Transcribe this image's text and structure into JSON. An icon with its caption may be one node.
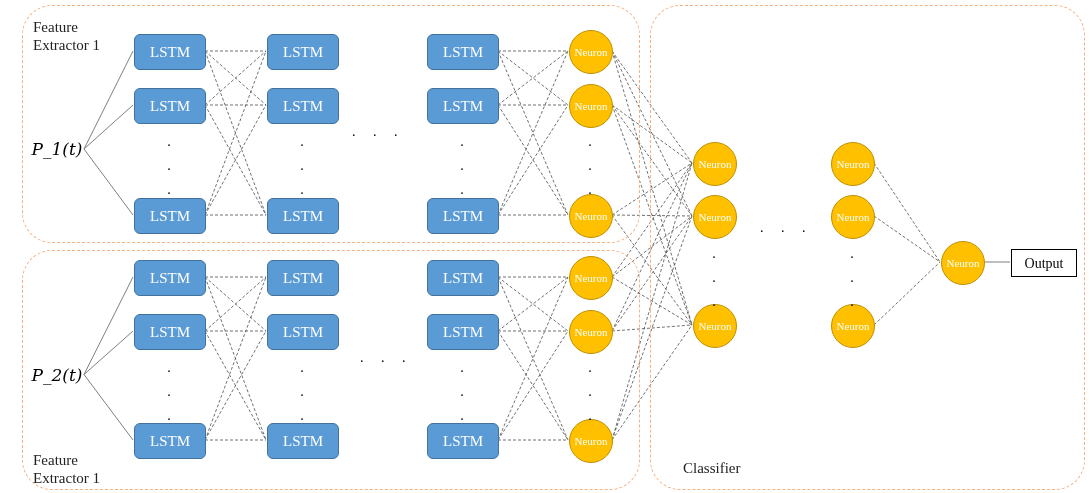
{
  "diagram": {
    "nodes": [
      {
        "text": [
          "Feature Extractor 1"
        ]
      },
      {
        "text": [
          "P_1(t)"
        ],
        "in": 0
      },
      {
        "text": [
          "LSTM"
        ],
        "in": 0
      },
      {
        "text": [
          "LSTM"
        ],
        "in": 0
      },
      {
        "text": [
          "LSTM"
        ],
        "in": 0
      },
      {
        "text": [
          "LSTM"
        ],
        "in": 0
      },
      {
        "text": [
          "LSTM"
        ],
        "in": 0
      },
      {
        "text": [
          "LSTM"
        ],
        "in": 0
      },
      {
        "text": [
          "LSTM"
        ],
        "in": 0
      },
      {
        "text": [
          "LSTM"
        ],
        "in": 0
      },
      {
        "text": [
          "LSTM"
        ],
        "in": 0
      },
      {
        "text": [
          "Neuron"
        ],
        "in": 0
      },
      {
        "text": [
          "Neuron"
        ],
        "in": 0
      },
      {
        "text": [
          "Neuron"
        ],
        "in": 0
      },
      {
        "text": [
          "Feature Extractor 1"
        ]
      },
      {
        "text": [
          "P_2(t)"
        ],
        "in": 14
      },
      {
        "text": [
          "LSTM"
        ],
        "in": 14
      },
      {
        "text": [
          "LSTM"
        ],
        "in": 14
      },
      {
        "text": [
          "LSTM"
        ],
        "in": 14
      },
      {
        "text": [
          "LSTM"
        ],
        "in": 14
      },
      {
        "text": [
          "LSTM"
        ],
        "in": 14
      },
      {
        "text": [
          "LSTM"
        ],
        "in": 14
      },
      {
        "text": [
          "LSTM"
        ],
        "in": 14
      },
      {
        "text": [
          "LSTM"
        ],
        "in": 14
      },
      {
        "text": [
          "LSTM"
        ],
        "in": 14
      },
      {
        "text": [
          "Neuron"
        ],
        "in": 14
      },
      {
        "text": [
          "Neuron"
        ],
        "in": 14
      },
      {
        "text": [
          "Neuron"
        ],
        "in": 14
      },
      {
        "text": [
          "Classifier"
        ]
      },
      {
        "text": [
          "Neuron"
        ],
        "in": 28
      },
      {
        "text": [
          "Neuron"
        ],
        "in": 28
      },
      {
        "text": [
          "Neuron"
        ],
        "in": 28
      },
      {
        "text": [
          "Neuron"
        ],
        "in": 28
      },
      {
        "text": [
          "Neuron"
        ],
        "in": 28
      },
      {
        "text": [
          "Neuron"
        ],
        "in": 28
      },
      {
        "text": [
          "Neuron"
        ],
        "in": 28
      },
      {
        "text": [
          "Output"
        ],
        "in": 28
      }
    ],
    "edges": [
      {
        "from": 1,
        "to": 2,
        "arrow": "none"
      },
      {
        "from": 1,
        "to": 3,
        "arrow": "none"
      },
      {
        "from": 1,
        "to": 4,
        "arrow": "none"
      },
      {
        "from": 2,
        "to": 5,
        "arrow": "none",
        "style": "dashed"
      },
      {
        "from": 2,
        "to": 6,
        "arrow": "none",
        "style": "dashed"
      },
      {
        "from": 2,
        "to": 7,
        "arrow": "none",
        "style": "dashed"
      },
      {
        "from": 3,
        "to": 5,
        "arrow": "none",
        "style": "dashed"
      },
      {
        "from": 3,
        "to": 6,
        "arrow": "none",
        "style": "dashed"
      },
      {
        "from": 3,
        "to": 7,
        "arrow": "none",
        "style": "dashed"
      },
      {
        "from": 4,
        "to": 5,
        "arrow": "none",
        "style": "dashed"
      },
      {
        "from": 4,
        "to": 6,
        "arrow": "none",
        "style": "dashed"
      },
      {
        "from": 4,
        "to": 7,
        "arrow": "none",
        "style": "dashed"
      },
      {
        "from": 8,
        "to": 11,
        "arrow": "none",
        "style": "dashed"
      },
      {
        "from": 8,
        "to": 12,
        "arrow": "none",
        "style": "dashed"
      },
      {
        "from": 8,
        "to": 13,
        "arrow": "none",
        "style": "dashed"
      },
      {
        "from": 9,
        "to": 11,
        "arrow": "none",
        "style": "dashed"
      },
      {
        "from": 9,
        "to": 12,
        "arrow": "none",
        "style": "dashed"
      },
      {
        "from": 9,
        "to": 13,
        "arrow": "none",
        "style": "dashed"
      },
      {
        "from": 10,
        "to": 11,
        "arrow": "none",
        "style": "dashed"
      },
      {
        "from": 10,
        "to": 12,
        "arrow": "none",
        "style": "dashed"
      },
      {
        "from": 10,
        "to": 13,
        "arrow": "none",
        "style": "dashed"
      },
      {
        "from": 15,
        "to": 16,
        "arrow": "none"
      },
      {
        "from": 15,
        "to": 17,
        "arrow": "none"
      },
      {
        "from": 15,
        "to": 18,
        "arrow": "none"
      },
      {
        "from": 16,
        "to": 19,
        "arrow": "none",
        "style": "dashed"
      },
      {
        "from": 16,
        "to": 20,
        "arrow": "none",
        "style": "dashed"
      },
      {
        "from": 16,
        "to": 21,
        "arrow": "none",
        "style": "dashed"
      },
      {
        "from": 17,
        "to": 19,
        "arrow": "none",
        "style": "dashed"
      },
      {
        "from": 17,
        "to": 20,
        "arrow": "none",
        "style": "dashed"
      },
      {
        "from": 17,
        "to": 21,
        "arrow": "none",
        "style": "dashed"
      },
      {
        "from": 18,
        "to": 19,
        "arrow": "none",
        "style": "dashed"
      },
      {
        "from": 18,
        "to": 20,
        "arrow": "none",
        "style": "dashed"
      },
      {
        "from": 18,
        "to": 21,
        "arrow": "none",
        "style": "dashed"
      },
      {
        "from": 22,
        "to": 25,
        "arrow": "none",
        "style": "dashed"
      },
      {
        "from": 22,
        "to": 26,
        "arrow": "none",
        "style": "dashed"
      },
      {
        "from": 22,
        "to": 27,
        "arrow": "none",
        "style": "dashed"
      },
      {
        "from": 23,
        "to": 25,
        "arrow": "none",
        "style": "dashed"
      },
      {
        "from": 23,
        "to": 26,
        "arrow": "none",
        "style": "dashed"
      },
      {
        "from": 23,
        "to": 27,
        "arrow": "none",
        "style": "dashed"
      },
      {
        "from": 24,
        "to": 25,
        "arrow": "none",
        "style": "dashed"
      },
      {
        "from": 24,
        "to": 26,
        "arrow": "none",
        "style": "dashed"
      },
      {
        "from": 24,
        "to": 27,
        "arrow": "none",
        "style": "dashed"
      },
      {
        "from": 11,
        "to": 29,
        "arrow": "none",
        "style": "dashed"
      },
      {
        "from": 11,
        "to": 30,
        "arrow": "none",
        "style": "dashed"
      },
      {
        "from": 11,
        "to": 31,
        "arrow": "none",
        "style": "dashed"
      },
      {
        "from": 12,
        "to": 29,
        "arrow": "none",
        "style": "dashed"
      },
      {
        "from": 12,
        "to": 30,
        "arrow": "none",
        "style": "dashed"
      },
      {
        "from": 12,
        "to": 31,
        "arrow": "none",
        "style": "dashed"
      },
      {
        "from": 13,
        "to": 29,
        "arrow": "none",
        "style": "dashed"
      },
      {
        "from": 13,
        "to": 30,
        "arrow": "none",
        "style": "dashed"
      },
      {
        "from": 13,
        "to": 31,
        "arrow": "none",
        "style": "dashed"
      },
      {
        "from": 25,
        "to": 29,
        "arrow": "none",
        "style": "dashed"
      },
      {
        "from": 25,
        "to": 30,
        "arrow": "none",
        "style": "dashed"
      },
      {
        "from": 25,
        "to": 31,
        "arrow": "none",
        "style": "dashed"
      },
      {
        "from": 26,
        "to": 29,
        "arrow": "none",
        "style": "dashed"
      },
      {
        "from": 26,
        "to": 30,
        "arrow": "none",
        "style": "dashed"
      },
      {
        "from": 26,
        "to": 31,
        "arrow": "none",
        "style": "dashed"
      },
      {
        "from": 27,
        "to": 29,
        "arrow": "none",
        "style": "dashed"
      },
      {
        "from": 27,
        "to": 30,
        "arrow": "none",
        "style": "dashed"
      },
      {
        "from": 27,
        "to": 31,
        "arrow": "none",
        "style": "dashed"
      },
      {
        "from": 32,
        "to": 35,
        "arrow": "none",
        "style": "dashed"
      },
      {
        "from": 33,
        "to": 35,
        "arrow": "none",
        "style": "dashed"
      },
      {
        "from": 34,
        "to": 35,
        "arrow": "none",
        "style": "dashed"
      },
      {
        "from": 35,
        "to": 36,
        "arrow": "none"
      }
    ],
    "labels": [
      ". . .",
      ". . .",
      ". . .",
      ". . .",
      ". . .",
      ". . .",
      ". . .",
      ". . .",
      ". . .",
      ". . .",
      ". . .",
      ". . .",
      ". . ."
    ]
  }
}
